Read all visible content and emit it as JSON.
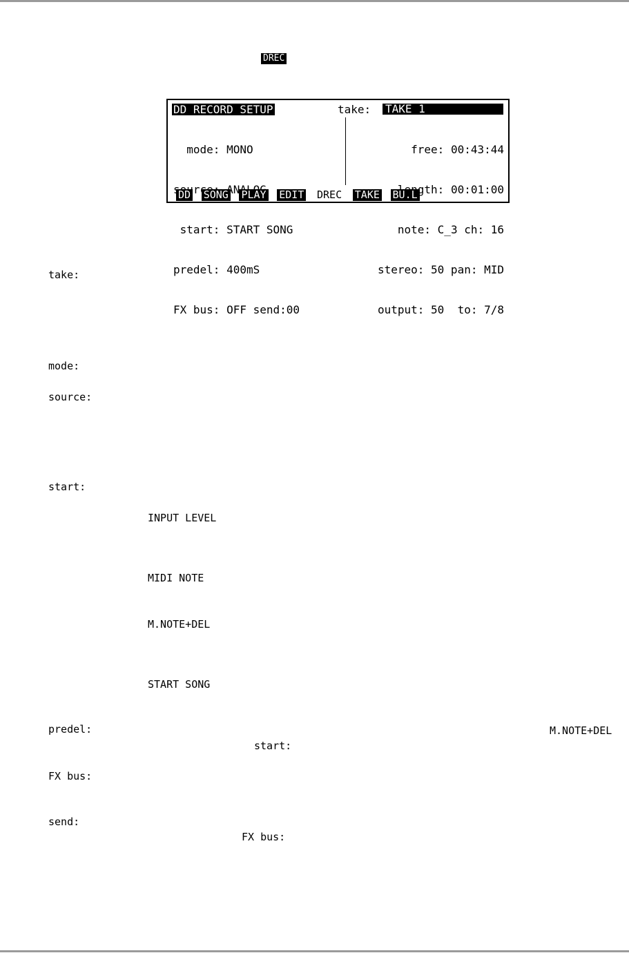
{
  "header_chip": "DREC",
  "lcd": {
    "title": "DD RECORD SETUP",
    "take_label": "take:",
    "take_value": "TAKE 1",
    "left_rows": [
      "  mode: MONO",
      "source: ANALOG",
      " start: START SONG",
      "predel: 400mS",
      "FX bus: OFF send:00"
    ],
    "right_rows": [
      "free: 00:43:44",
      "length: 00:01:00",
      "note: C_3 ch: 16",
      "stereo: 50 pan: MID",
      "output: 50  to: 7/8"
    ],
    "softkeys": [
      "DD",
      "SONG",
      "PLAY",
      "EDIT",
      "DREC",
      "TAKE",
      "BU.L"
    ],
    "active_softkey": "DREC"
  },
  "params": {
    "take": "take:",
    "mode": "mode:",
    "source": "source:",
    "start": "start:",
    "start_options": [
      "INPUT LEVEL",
      "MIDI NOTE",
      "M.NOTE+DEL",
      "START SONG"
    ],
    "predel": "predel:",
    "predel_ref_option": "M.NOTE+DEL",
    "predel_ref_param": "start:",
    "fxbus": "FX bus:",
    "send": "send:",
    "send_ref_param": "FX bus:"
  }
}
